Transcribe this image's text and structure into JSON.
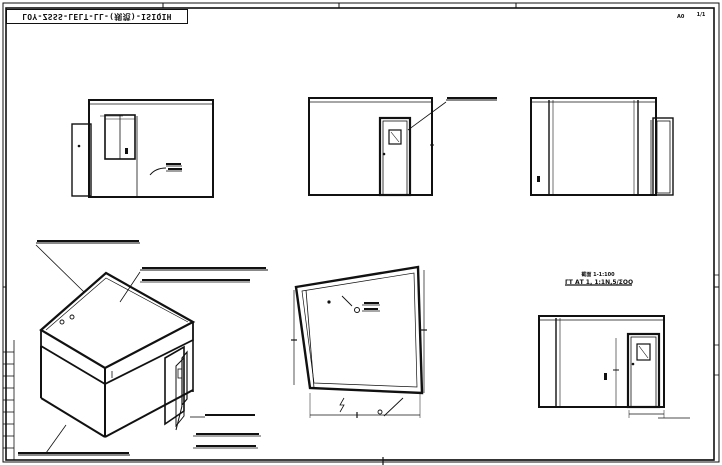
{
  "drawing": {
    "title_code": "LOY-ZSSS-LELT-LL-(规范)-ISIQIH",
    "sheet_number": "1/1",
    "revision_mark": "A0"
  },
  "views": [
    {
      "id": "front",
      "label": ""
    },
    {
      "id": "door-side",
      "label": ""
    },
    {
      "id": "right-side",
      "label": ""
    },
    {
      "id": "isometric",
      "label": ""
    },
    {
      "id": "top-plan",
      "label": ""
    },
    {
      "id": "section",
      "label": "截面 1-1:100"
    }
  ],
  "scale_note": "ΓΤ ΑΤ 1, 1:1Ν,5/ΣΟΟ",
  "colors": {
    "line": "#111111",
    "paper": "#ffffff"
  }
}
